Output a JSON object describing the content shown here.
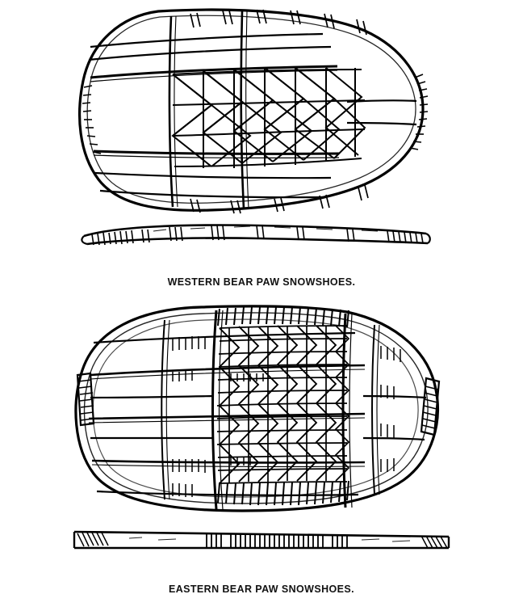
{
  "plate": {
    "background_color": "#ffffff",
    "ink_color": "#000000",
    "style": "vintage line engraving, black ink on white"
  },
  "figures": [
    {
      "id": "western-bear-paw",
      "caption": "WESTERN BEAR PAW SNOWSHOES.",
      "views": [
        {
          "name": "plan-view",
          "shape": "teardrop / pear outline, wide rounded toe at left, narrowing to rounded tail at right",
          "frame": "single bent wood rail, lashed closed at the tail",
          "lacing": "open hexagonal rawhide mesh across centre, plain long cords at toe and tail",
          "master_cords": 2,
          "crossbars": 2
        },
        {
          "name": "edge-profile-view",
          "shape": "long slightly curved strip, upturned at both ends",
          "detail": "wrapped rawhide lashings banded along the length"
        }
      ]
    },
    {
      "id": "eastern-bear-paw",
      "caption": "EASTERN BEAR PAW SNOWSHOES.",
      "views": [
        {
          "name": "plan-view",
          "shape": "broad rounded oval, nearly symmetric, blunt at both ends",
          "frame": "double bent wood rail, bound with wrapped blocks at both ends",
          "lacing": "dense fine hexagonal weave filling the centre panel, plain cords at toe and heel",
          "master_cords": 2,
          "crossbars": 4
        },
        {
          "name": "edge-profile-view",
          "shape": "long straight tapered strip",
          "detail": "close ladder of lashing marks at the centre, hatched ends"
        }
      ]
    }
  ]
}
